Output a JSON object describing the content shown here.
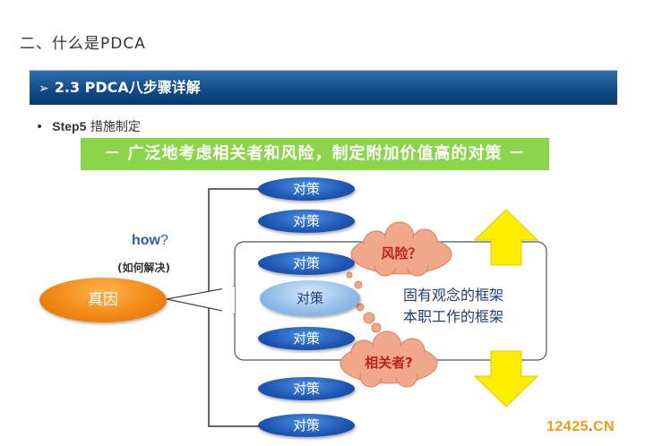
{
  "title": "二、什么是PDCA",
  "banner": {
    "label": "2.3 PDCA八步骤详解"
  },
  "step": {
    "bullet": "•",
    "label": "Step5",
    "text": "措施制定"
  },
  "tagline": "－ 广泛地考虑相关者和风险，制定附加价值高的对策 －",
  "how": {
    "word": "how",
    "mark": "?",
    "sub": "(如何解决)"
  },
  "cause": "真因",
  "countermeasures": [
    "对策",
    "对策",
    "对策",
    "对策",
    "对策",
    "对策",
    "对策"
  ],
  "clouds": {
    "risk": "风险？",
    "stakeholders": "相关者?"
  },
  "frame": {
    "line1": "固有观念的框架",
    "line2": "本职工作的框架"
  },
  "watermark": {
    "num": "12425",
    "dot": ".",
    "cn": "CN"
  },
  "colors": {
    "banner": "#124c88",
    "tagline": "#8cd44a",
    "pill": "#1d57b5",
    "cause": "#f28a16",
    "cloud": "#f0a78a",
    "arrow": "#ffee00",
    "watermark": "#f39a10"
  },
  "icons": [
    "arrow-bullet-icon",
    "up-arrow-icon",
    "down-arrow-icon",
    "cloud-icon"
  ]
}
